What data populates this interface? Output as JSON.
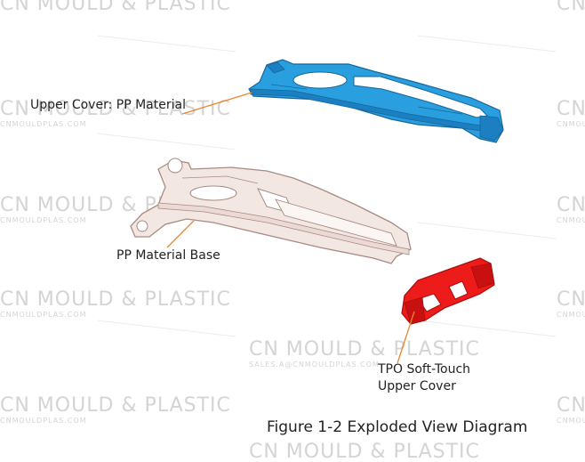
{
  "watermark": {
    "brand": "CN MOULD & PLASTIC",
    "brand_short": "CN MOULD & PL",
    "url": "CNMOULDPLAS.COM",
    "email": "SALES.A@CNMOULDPLAS.COM"
  },
  "labels": {
    "upper_cover": "Upper Cover: PP Material",
    "base": "PP Material Base",
    "tpo_line1": "TPO Soft-Touch",
    "tpo_line2": "Upper Cover"
  },
  "caption": "Figure 1-2 Exploded View Diagram",
  "colors": {
    "upper_cover": "#2a9fe0",
    "base_outline": "#a88a82",
    "base_fill": "#f3e7e3",
    "tpo_cover": "#ee1b1b",
    "leader": "#e8862b"
  }
}
